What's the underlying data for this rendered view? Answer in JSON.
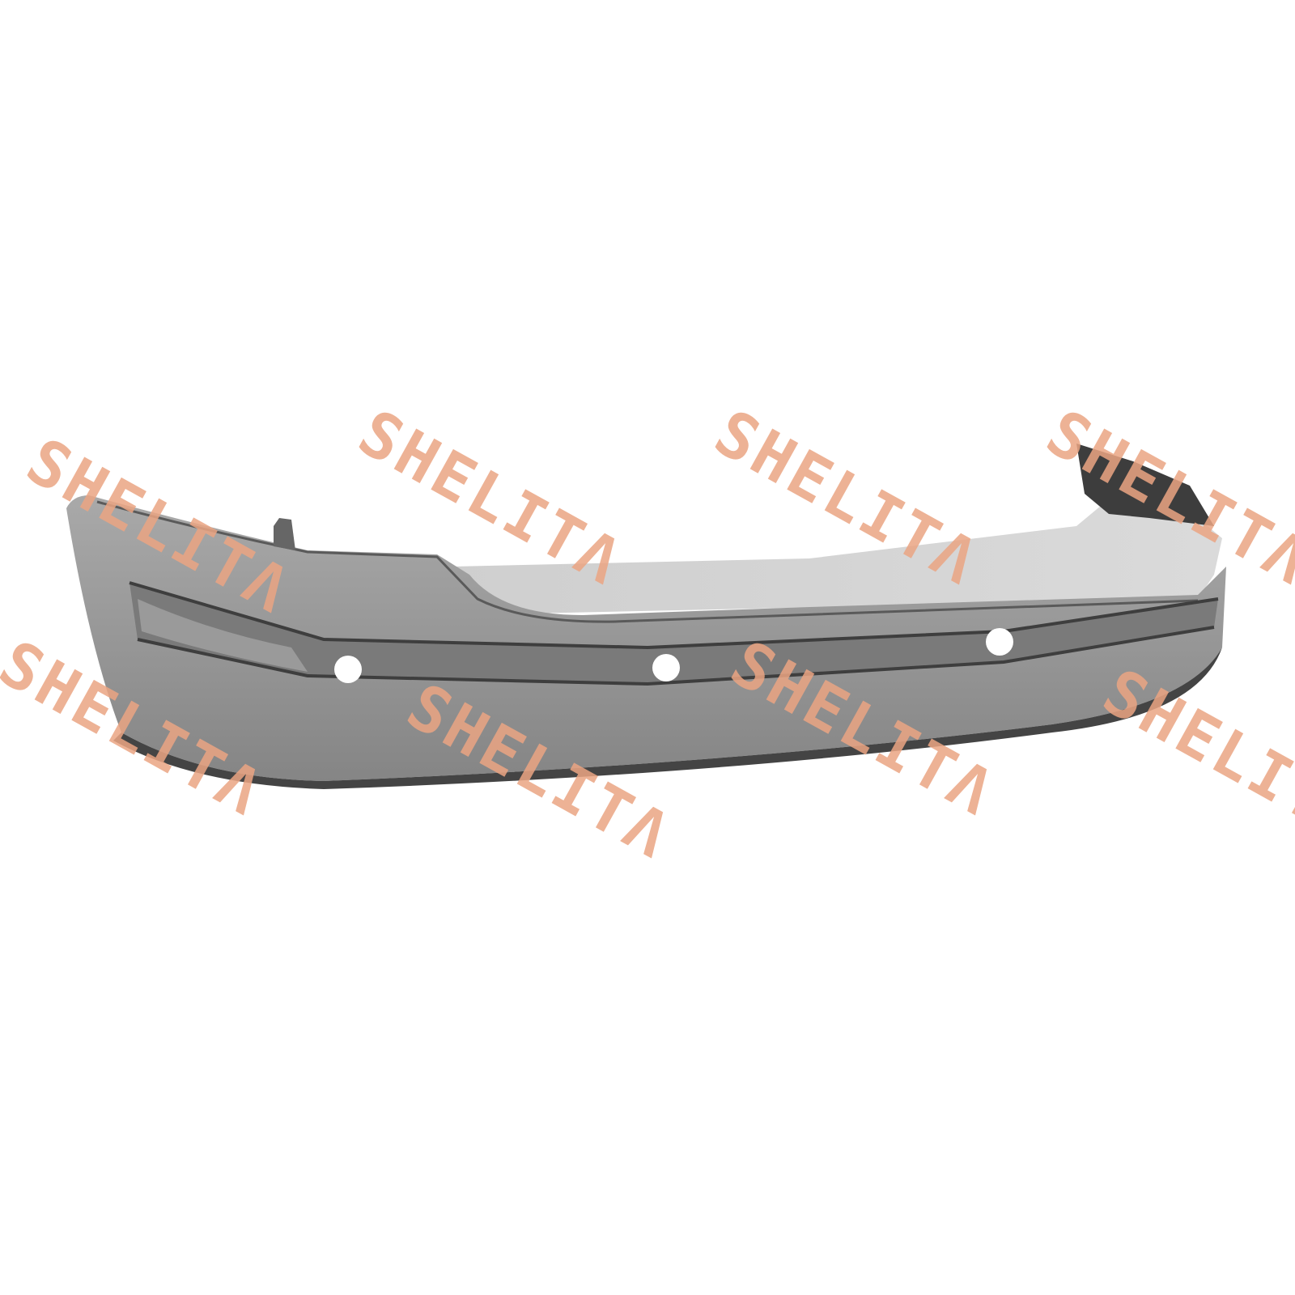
{
  "image": {
    "subject": "rear-bumper",
    "bumper_color": "#8f8f8f",
    "background": "#ffffff"
  },
  "watermark": {
    "text": "SHELITΛ",
    "color": "#eba583",
    "count": 8
  }
}
